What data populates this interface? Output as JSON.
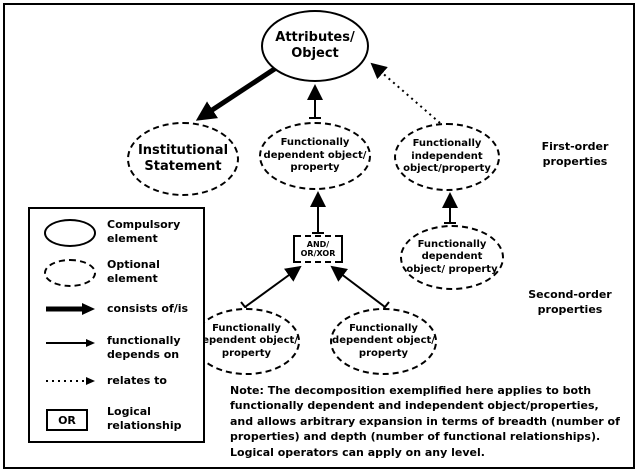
{
  "nodes": {
    "attributes_object": "Attributes/ Object",
    "institutional_statement": "Institutional Statement",
    "functionally_dependent_1": "Functionally dependent object/ property",
    "functionally_independent": "Functionally independent object/property",
    "functionally_dependent_2": "Functionally dependent object/ property",
    "logical_operator": "AND/ OR/XOR",
    "functionally_dependent_3": "Functionally dependent object/ property",
    "functionally_dependent_4": "Functionally dependent object/ property"
  },
  "labels": {
    "first_order": "First-order properties",
    "second_order": "Second-order properties"
  },
  "legend": {
    "compulsory": "Compulsory element",
    "optional": "Optional element",
    "consists_of": "consists of/is",
    "depends_on": "functionally depends on",
    "relates_to": "relates to",
    "logical_symbol": "OR",
    "logical": "Logical relationship"
  },
  "note": "Note: The decomposition exemplified here applies to both functionally dependent and independent object/properties, and allows arbitrary expansion in terms of breadth (number of properties) and depth (number of functional relationships). Logical operators can apply on any level.",
  "colors": {
    "stroke": "#000000",
    "background": "#ffffff"
  }
}
